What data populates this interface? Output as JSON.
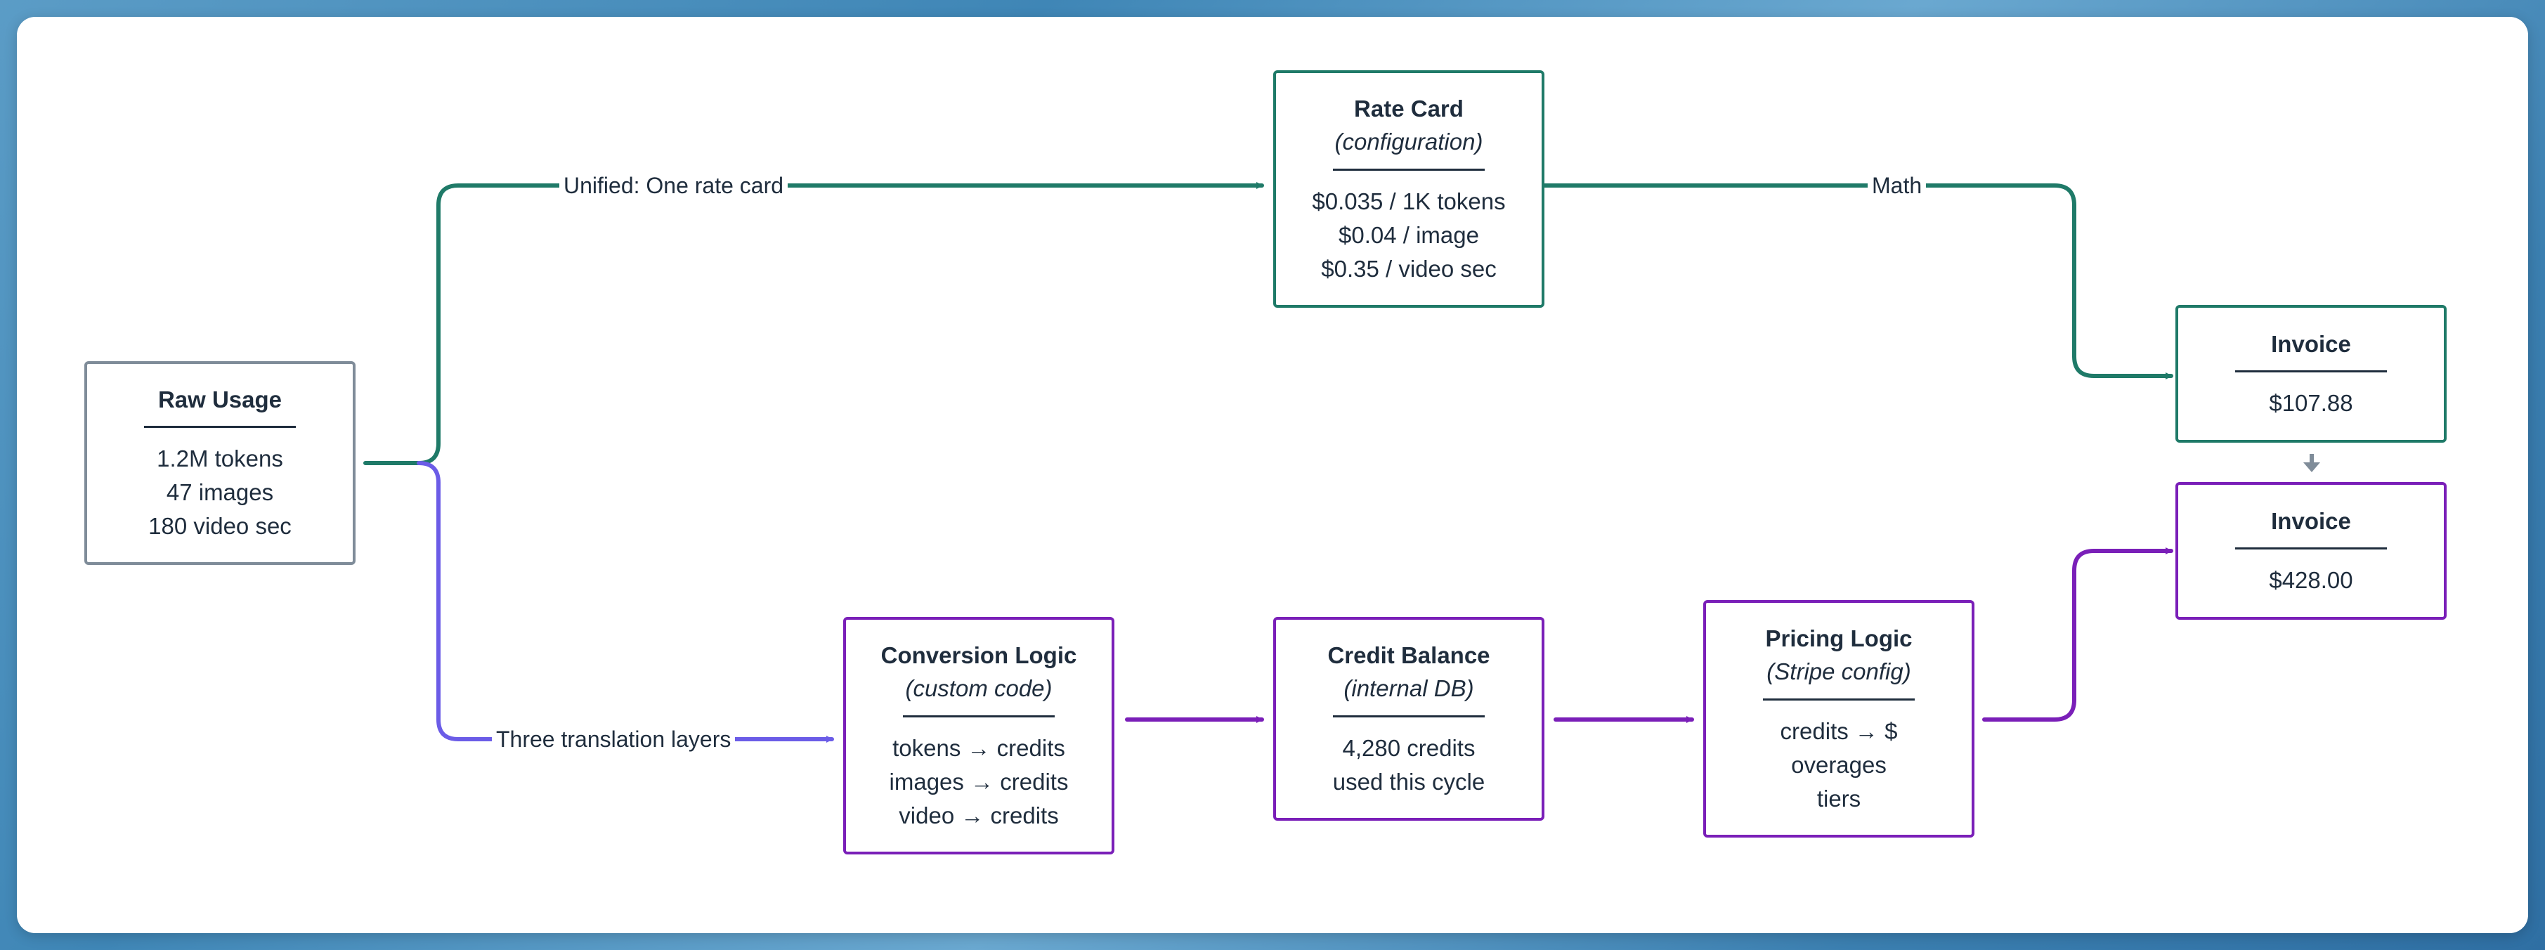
{
  "colors": {
    "unified": "#1f7a68",
    "legacy": "#7a1fb8",
    "legacy_branch": "#6b5ce7",
    "neutral": "#7f8c99",
    "text": "#1f2d3d"
  },
  "raw_usage": {
    "title": "Raw Usage",
    "lines": [
      "1.2M tokens",
      "47 images",
      "180 video sec"
    ]
  },
  "edges": {
    "unified_label": "Unified: One rate card",
    "math_label": "Math",
    "legacy_label": "Three translation layers"
  },
  "rate_card": {
    "title": "Rate Card",
    "subtitle": "(configuration)",
    "lines": [
      "$0.035 / 1K tokens",
      "$0.04 / image",
      "$0.35 / video sec"
    ]
  },
  "invoice_unified": {
    "title": "Invoice",
    "amount": "$107.88"
  },
  "invoice_legacy": {
    "title": "Invoice",
    "amount": "$428.00"
  },
  "conversion_logic": {
    "title": "Conversion Logic",
    "subtitle": "(custom code)",
    "lines": [
      "tokens → credits",
      "images → credits",
      "video → credits"
    ]
  },
  "credit_balance": {
    "title": "Credit Balance",
    "subtitle": "(internal DB)",
    "lines": [
      "4,280 credits",
      "used this cycle"
    ]
  },
  "pricing_logic": {
    "title": "Pricing Logic",
    "subtitle": "(Stripe config)",
    "lines": [
      "credits → $",
      "overages",
      "tiers"
    ]
  }
}
